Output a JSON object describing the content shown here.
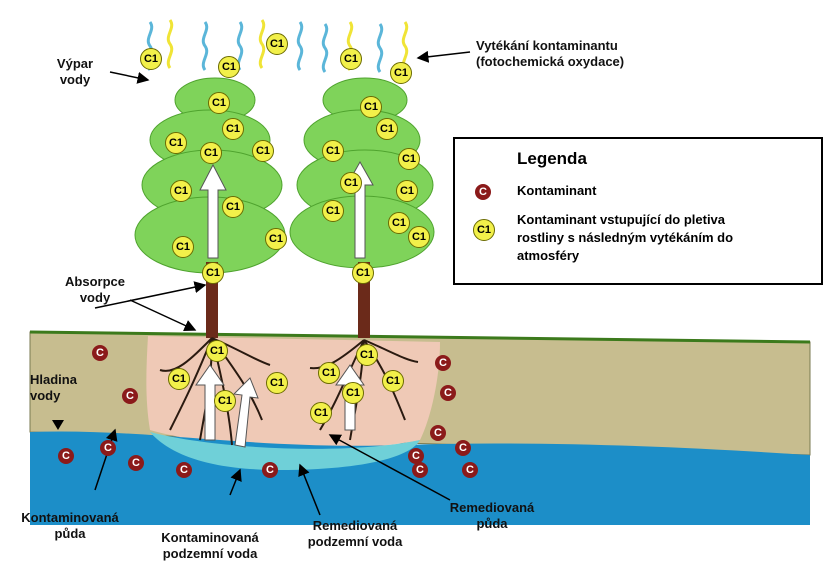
{
  "labels": {
    "vypar": "Výpar\nvody",
    "vytekani": "Vytékání kontaminantu\n(fotochemická oxydace)",
    "absorpce": "Absorpce\nvody",
    "hladina": "Hladina\nvody",
    "kont_puda": "Kontaminovaná\npůda",
    "kont_voda": "Kontaminovaná\npodzemní voda",
    "rem_voda": "Remediovaná\npodzemní voda",
    "rem_puda": "Remediovaná\npůda"
  },
  "legend": {
    "title": "Legenda",
    "item1": "Kontaminant",
    "item2": "Kontaminant vstupující do pletiva\nrostliny s následným vytékáním do\natmosféry",
    "c_symbol": "C",
    "c1_symbol": "C1"
  },
  "symbols": {
    "c": "C",
    "c1": "C1"
  },
  "colors": {
    "soil_contaminated": "#c7bd8f",
    "soil_remediated": "#efc9b6",
    "groundwater": "#1c8ec8",
    "groundwater_remediated": "#6fd0d8",
    "foliage": "#7fd35a",
    "contaminant": "#8b1a1a",
    "c1": "#f2f04a",
    "vapor_blue": "#5bb6d9",
    "vapor_yellow": "#f0e436"
  }
}
